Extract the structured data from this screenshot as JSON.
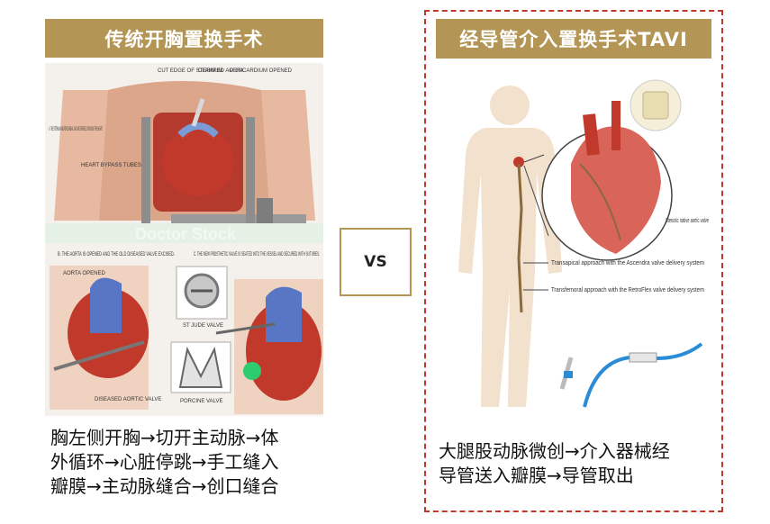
{
  "left": {
    "title": "传统开胸置换手术",
    "labels": {
      "cut_edge": "CUT EDGE OF STERNUM",
      "clamped": "CLAMPED AORTA",
      "pericardium": "PERICARDIUM OPENED",
      "a": "A. THE STERNUM AND PERICARDIAL SAC ARE OPENED, EXPOSING THE HEART.",
      "bypass": "HEART BYPASS TUBES",
      "b": "B. THE AORTA IS OPENED AND THE OLD DISEASED VALVE EXCISED.",
      "c": "C. THE NEW PROSTHETIC VALVE IS SEATED INTO THE VESSEL AND SECURED WITH SUTURES.",
      "aorta_opened": "AORTA OPENED",
      "st_jude": "ST JUDE VALVE",
      "porcine": "PORCINE VALVE",
      "diseased": "DISEASED AORTIC VALVE",
      "watermark": "Doctor Stock"
    },
    "caption_lines": [
      "胸左侧开胸→切开主动脉→体",
      "外循环→心脏停跳→手工缝入",
      "瓣膜→主动脉缝合→创口缝合"
    ]
  },
  "vs": "VS",
  "right": {
    "title": "经导管介入置换手术TAVI",
    "labels": {
      "stenotic": "Stenotic native aortic valve",
      "transapical": "Transapical approach with the Ascendra valve delivery system",
      "transfemoral": "Transfemoral approach with the RetroFlex valve delivery system"
    },
    "caption_lines": [
      "大腿股动脉微创→介入器械经",
      "导管送入瓣膜→导管取出"
    ]
  },
  "colors": {
    "banner": "#b39555",
    "frame": "#c0392b"
  }
}
